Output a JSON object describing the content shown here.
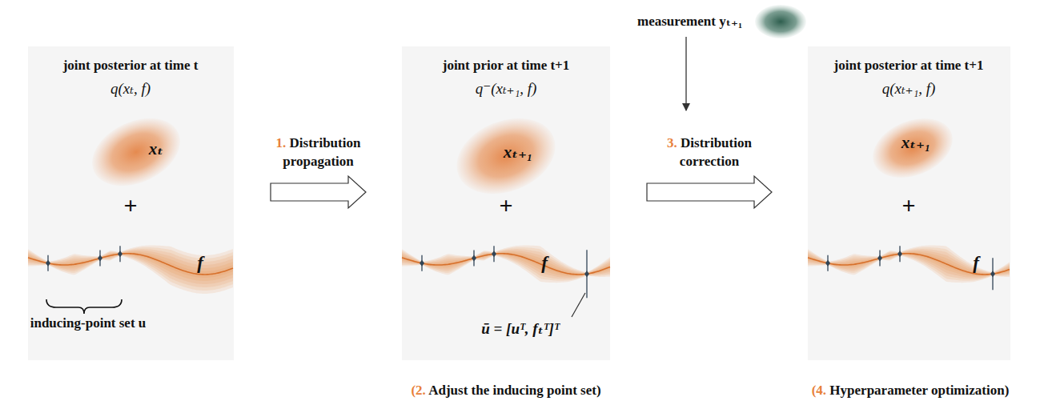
{
  "diagram": {
    "nodes": [
      {
        "text": [
          "joint posterior at time t",
          "q(xₜ, f)",
          "xₜ",
          "+",
          "f",
          "inducing-point set u"
        ]
      },
      {
        "text": [
          "joint prior at time t+1",
          "q⁻(xₜ₊₁, f)",
          "xₜ₊₁",
          "+",
          "f",
          "ū = [uᵀ, fₜᵀ]ᵀ"
        ]
      },
      {
        "text": [
          "joint posterior at time t+1",
          "q(xₜ₊₁, f)",
          "xₜ₊₁",
          "+",
          "f"
        ]
      },
      {
        "text": [
          "measurement yₜ₊₁"
        ]
      }
    ],
    "edges": [
      {
        "from": 0,
        "to": 1,
        "label": "1. Distribution propagation",
        "arrow": "to"
      },
      {
        "from": 1,
        "to": 2,
        "label": "3. Distribution correction",
        "arrow": "to"
      }
    ],
    "labels": [
      "(2. Adjust the inducing point set)",
      "(4. Hyperparameter optimization)"
    ]
  }
}
